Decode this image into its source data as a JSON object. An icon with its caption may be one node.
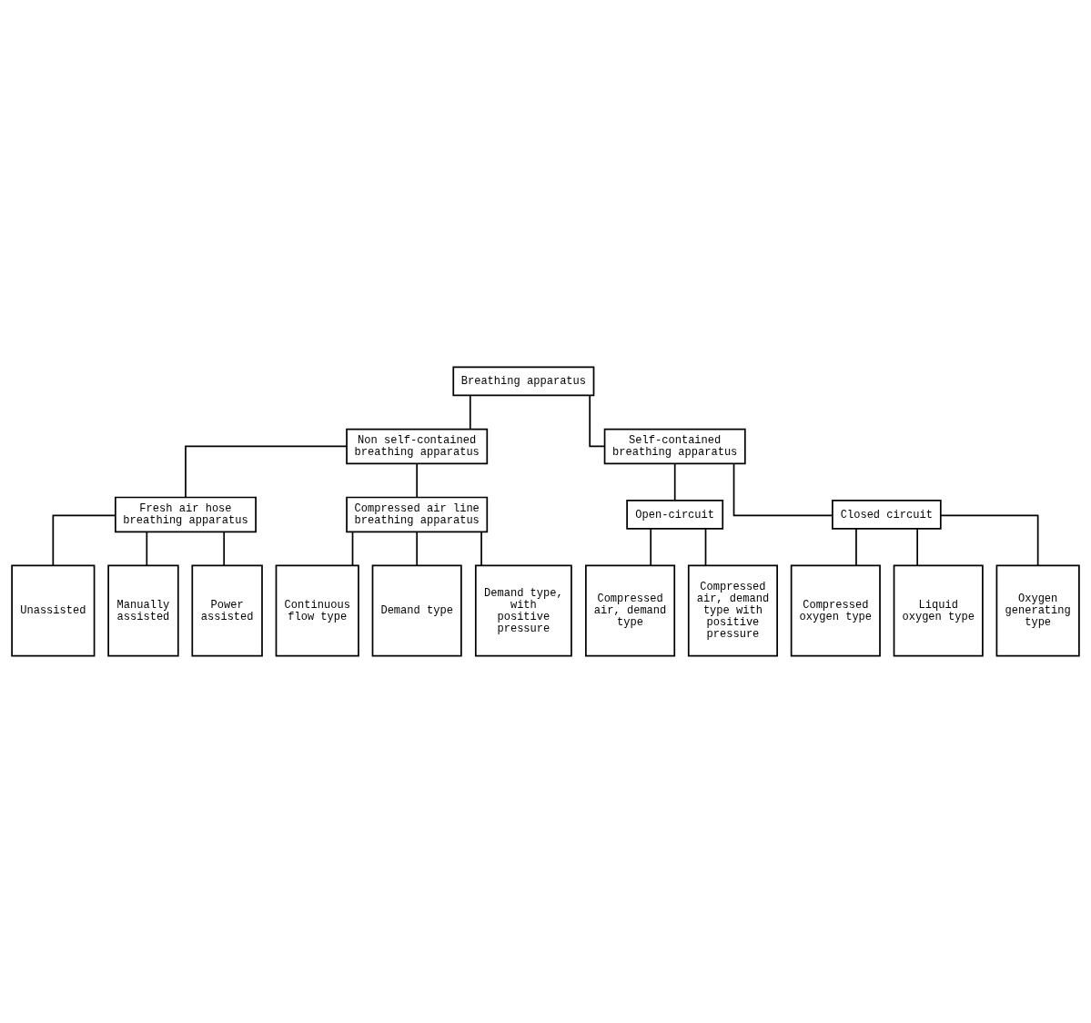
{
  "diagram": {
    "nodes": [
      {
        "text": [
          "Breathing apparatus"
        ]
      },
      {
        "text": [
          "Non self-contained breathing apparatus"
        ]
      },
      {
        "text": [
          "Self-contained breathing apparatus"
        ]
      },
      {
        "text": [
          "Fresh air hose breathing apparatus"
        ]
      },
      {
        "text": [
          "Compressed air line breathing apparatus"
        ]
      },
      {
        "text": [
          "Open-circuit"
        ]
      },
      {
        "text": [
          "Closed circuit"
        ]
      },
      {
        "text": [
          "Unassisted"
        ]
      },
      {
        "text": [
          "Manually assisted"
        ]
      },
      {
        "text": [
          "Power assisted"
        ]
      },
      {
        "text": [
          "Continuous flow type"
        ]
      },
      {
        "text": [
          "Demand type"
        ]
      },
      {
        "text": [
          "Demand type, with positive pressure"
        ]
      },
      {
        "text": [
          "Compressed air, demand type"
        ]
      },
      {
        "text": [
          "Compressed air, demand type with positive pressure"
        ]
      },
      {
        "text": [
          "Compressed oxygen type"
        ]
      },
      {
        "text": [
          "Liquid oxygen type"
        ]
      },
      {
        "text": [
          "Oxygen generating type"
        ]
      }
    ],
    "edges": [
      {
        "from": 0,
        "to": 1,
        "arrow": "none"
      },
      {
        "from": 0,
        "to": 2,
        "arrow": "none"
      },
      {
        "from": 1,
        "to": 3,
        "arrow": "none"
      },
      {
        "from": 1,
        "to": 4,
        "arrow": "none"
      },
      {
        "from": 2,
        "to": 5,
        "arrow": "none"
      },
      {
        "from": 2,
        "to": 6,
        "arrow": "none"
      },
      {
        "from": 3,
        "to": 7,
        "arrow": "none"
      },
      {
        "from": 3,
        "to": 8,
        "arrow": "none"
      },
      {
        "from": 3,
        "to": 9,
        "arrow": "none"
      },
      {
        "from": 4,
        "to": 10,
        "arrow": "none"
      },
      {
        "from": 4,
        "to": 11,
        "arrow": "none"
      },
      {
        "from": 4,
        "to": 12,
        "arrow": "none"
      },
      {
        "from": 5,
        "to": 13,
        "arrow": "none"
      },
      {
        "from": 5,
        "to": 14,
        "arrow": "none"
      },
      {
        "from": 6,
        "to": 15,
        "arrow": "none"
      },
      {
        "from": 6,
        "to": 16,
        "arrow": "none"
      },
      {
        "from": 6,
        "to": 17,
        "arrow": "none"
      }
    ]
  }
}
